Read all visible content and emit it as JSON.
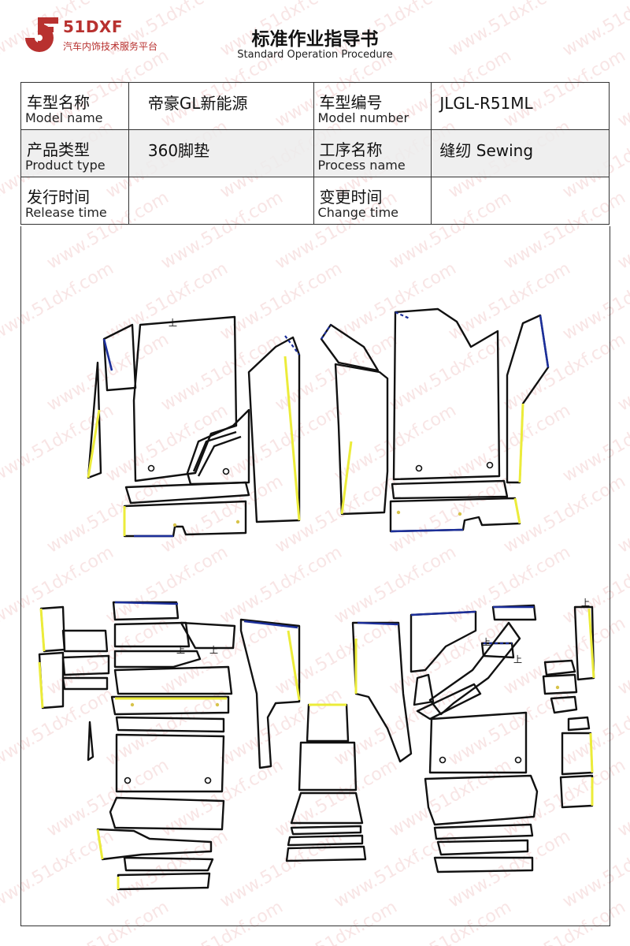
{
  "watermark_text": "www.51dxf.com",
  "logo": {
    "brand": "51DXF",
    "tagline": "汽车内饰技术服务平台",
    "brand_color": "#b8312f"
  },
  "document": {
    "title": "标准作业指导书",
    "subtitle": "Standard Operation Procedure"
  },
  "info": {
    "model_name": {
      "zh": "车型名称",
      "en": "Model name",
      "value": "帝豪GL新能源"
    },
    "model_number": {
      "zh": "车型编号",
      "en": "Model number",
      "value": "JLGL-R51ML"
    },
    "product_type": {
      "zh": "产品类型",
      "en": "Product type",
      "value": "360脚垫"
    },
    "process_name": {
      "zh": "工序名称",
      "en": "Process name",
      "value": "缝纫 Sewing"
    },
    "release_time": {
      "zh": "发行时间",
      "en": "Release time",
      "value": ""
    },
    "change_time": {
      "zh": "变更时间",
      "en": "Change time",
      "value": ""
    }
  },
  "drawing": {
    "direction_mark": "上",
    "colors": {
      "outline": "#111111",
      "yellow_edge": "#ecec3a",
      "blue_edge": "#1c2f9a",
      "seam_dot": "#d7c34a"
    }
  }
}
